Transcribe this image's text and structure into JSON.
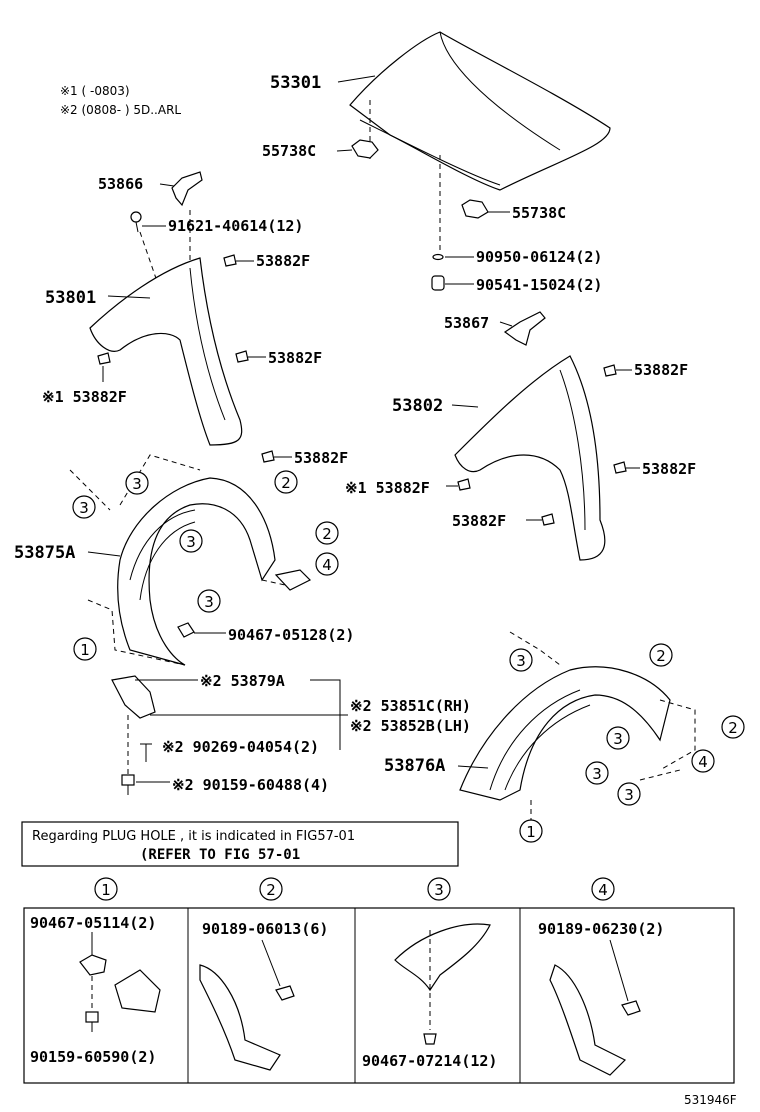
{
  "notes": {
    "note1": "※1 (      -0803)",
    "note2": "※2 (0808-       ) 5D..ARL"
  },
  "parts": {
    "p53301": "53301",
    "p55738C_a": "55738C",
    "p55738C_b": "55738C",
    "p53866": "53866",
    "p91621": "91621-40614(12)",
    "p90950": "90950-06124(2)",
    "p90541": "90541-15024(2)",
    "p53801": "53801",
    "p53882F_a": "53882F",
    "p53882F_b": "53882F",
    "p53882F_c": "※1 53882F",
    "p53882F_d": "53882F",
    "p53867": "53867",
    "p53802": "53802",
    "p53882F_e": "53882F",
    "p53882F_f": "53882F",
    "p53882F_g": "※1 53882F",
    "p53882F_h": "53882F",
    "p53875A": "53875A",
    "p90467_05128": "90467-05128(2)",
    "p53879A": "※2 53879A",
    "p53851C": "※2 53851C(RH)",
    "p53852B": "※2 53852B(LH)",
    "p90269": "※2 90269-04054(2)",
    "p90159_60488": "※2 90159-60488(4)",
    "p53876A": "53876A"
  },
  "callouts": {
    "c1": "1",
    "c2": "2",
    "c3": "3",
    "c4": "4"
  },
  "plug_note": {
    "line1": "Regarding PLUG HOLE , it is indicated in FIG57-01",
    "line2": "(REFER TO FIG 57-01"
  },
  "detail_panels": {
    "headers": [
      "1",
      "2",
      "3",
      "4"
    ],
    "panel1_top": "90467-05114(2)",
    "panel1_bottom": "90159-60590(2)",
    "panel2_top": "90189-06013(6)",
    "panel3_bottom": "90467-07214(12)",
    "panel4_top": "90189-06230(2)"
  },
  "figure_id": "531946F"
}
